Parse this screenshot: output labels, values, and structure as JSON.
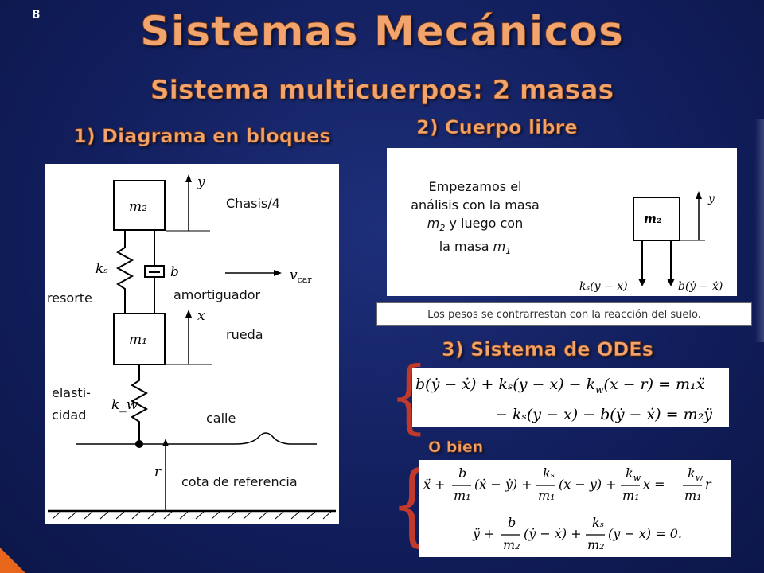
{
  "slide_number": "8",
  "title": "Sistemas Mecánicos",
  "subtitle": "Sistema multicuerpos: 2 masas",
  "sections": {
    "s1": "1) Diagrama en bloques",
    "s2": "2) Cuerpo libre",
    "s3": "3) Sistema de ODEs",
    "alt": "O bien"
  },
  "block_diagram_labels": {
    "chasis": "Chasis/4",
    "resorte": "resorte",
    "amortiguador": "amortiguador",
    "rueda": "rueda",
    "elasticidad_1": "elasti-",
    "elasticidad_2": "cidad",
    "calle": "calle",
    "cota": "cota de referencia"
  },
  "diagram_symbols": {
    "m2": "m₂",
    "m1": "m₁",
    "ks": "kₛ",
    "kw": "k_w",
    "b": "b",
    "y": "y",
    "x": "x",
    "r": "r",
    "vcar": "v",
    "vcar_sub": "car"
  },
  "free_body": {
    "intro_line1": "Empezamos el",
    "intro_line2": "análisis con la masa",
    "intro_m": "m",
    "intro_m_sub": "2",
    "intro_line3_rest": " y luego con",
    "intro_line4": "la masa ",
    "intro_m1": "m",
    "intro_m1_sub": "1",
    "force_spring": "kₛ(y − x)",
    "force_damper": "b(ẏ − ẋ)",
    "mass": "m₂",
    "axis": "y"
  },
  "note": "Los pesos se contrarrestan con la reacción del suelo.",
  "colors": {
    "background": "#121f5e",
    "title_orange": "#f2a46e",
    "brace_red": "#c0392b",
    "corner_orange": "#e8661c"
  }
}
